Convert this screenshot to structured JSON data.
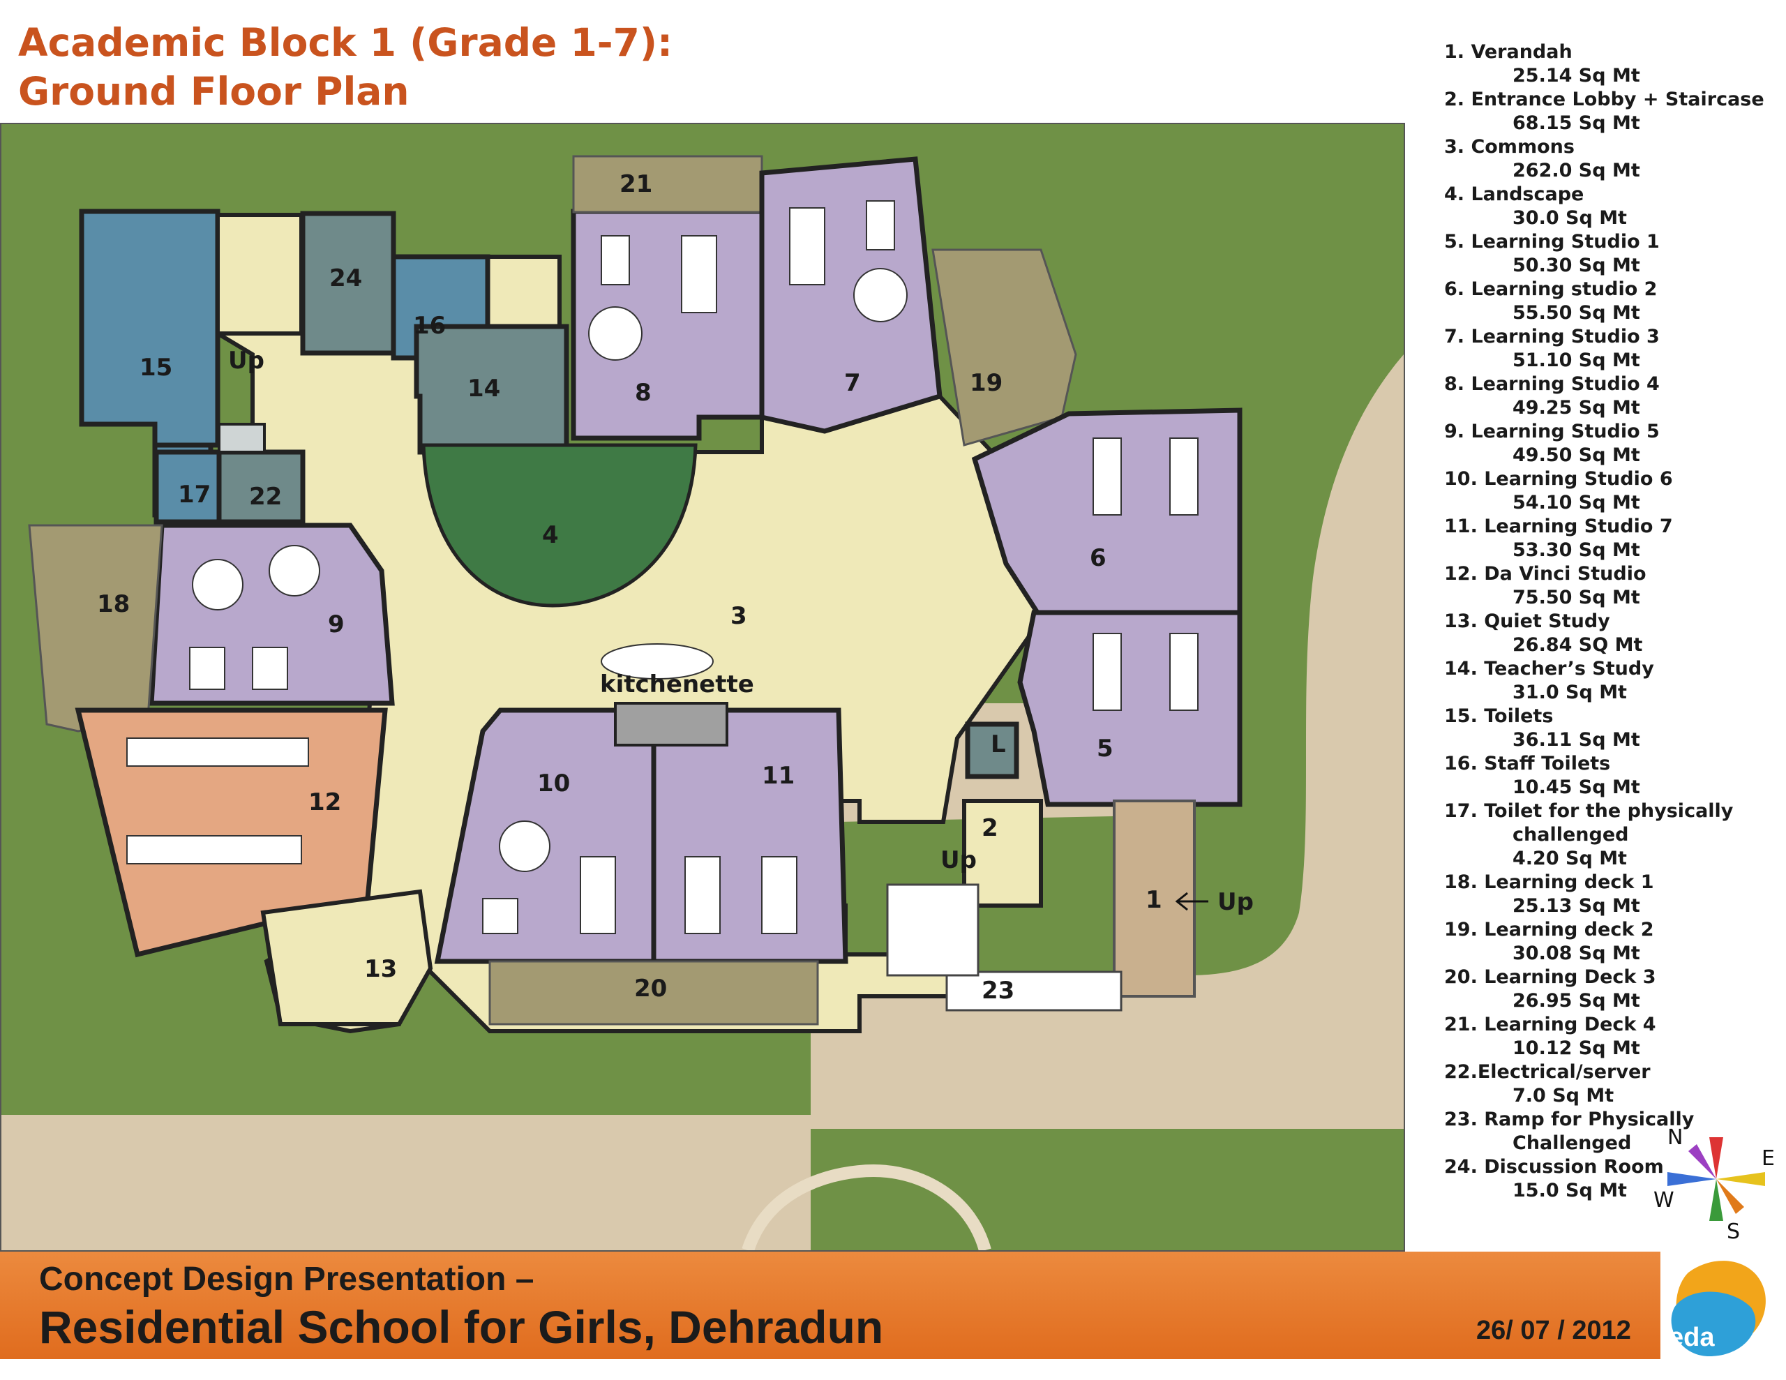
{
  "title": {
    "line1": "Academic Block 1 (Grade 1-7):",
    "line2": "Ground Floor Plan"
  },
  "plan": {
    "room_numbers": [
      "1",
      "2",
      "3",
      "4",
      "5",
      "6",
      "7",
      "8",
      "9",
      "10",
      "11",
      "12",
      "13",
      "14",
      "15",
      "16",
      "17",
      "18",
      "19",
      "20",
      "21",
      "22",
      "23",
      "24"
    ],
    "labels": {
      "kitchenette": "kitchenette",
      "lift": "L",
      "up": "Up"
    },
    "colors": {
      "lawn": "#6f9146",
      "paving": "#d9c9ad",
      "floor": "#efe9b8",
      "studio": "#b8a8cc",
      "toilet": "#5a8da8",
      "teacher": "#6f8a8a",
      "davinci": "#e4a782",
      "deck": "#a39a72",
      "court": "#3f7a45",
      "wall": "#222222"
    }
  },
  "legend": [
    {
      "label": "1.  Verandah",
      "area": "25.14 Sq Mt"
    },
    {
      "label": "2. Entrance Lobby + Staircase",
      "area": "68.15 Sq Mt"
    },
    {
      "label": "3. Commons",
      "area": "262.0  Sq Mt"
    },
    {
      "label": "4. Landscape",
      "area": "30.0 Sq Mt"
    },
    {
      "label": "5. Learning Studio 1",
      "area": "50.30 Sq Mt"
    },
    {
      "label": "6. Learning studio 2",
      "area": "55.50  Sq Mt"
    },
    {
      "label": "7. Learning Studio 3",
      "area": "51.10 Sq Mt"
    },
    {
      "label": "8. Learning Studio 4",
      "area": "49.25 Sq Mt"
    },
    {
      "label": "9. Learning Studio 5",
      "area": "49.50 Sq Mt"
    },
    {
      "label": "10. Learning Studio 6",
      "area": "54.10 Sq Mt"
    },
    {
      "label": "11. Learning Studio 7",
      "area": "53.30 Sq Mt"
    },
    {
      "label": "12. Da Vinci Studio",
      "area": "75.50 Sq Mt"
    },
    {
      "label": "13. Quiet Study",
      "area": "26.84 SQ Mt"
    },
    {
      "label": "14. Teacher’s Study",
      "area": "31.0 Sq Mt"
    },
    {
      "label": "15. Toilets",
      "area": "36.11  Sq Mt"
    },
    {
      "label": "16. Staff Toilets",
      "area": "10.45 Sq Mt"
    },
    {
      "label": "17. Toilet for the physically",
      "area": "challenged"
    },
    {
      "label": "",
      "area": "4.20 Sq Mt"
    },
    {
      "label": "18. Learning deck 1",
      "area": "25.13 Sq Mt"
    },
    {
      "label": "19. Learning deck 2",
      "area": "30.08 Sq Mt"
    },
    {
      "label": "20. Learning Deck 3",
      "area": "26.95 Sq Mt"
    },
    {
      "label": "21. Learning Deck 4",
      "area": "10.12 Sq Mt"
    },
    {
      "label": "22.Electrical/server",
      "area": "7.0 Sq Mt"
    },
    {
      "label": "23. Ramp for Physically",
      "area": "Challenged"
    },
    {
      "label": "24. Discussion Room",
      "area": "15.0 Sq Mt"
    }
  ],
  "compass": {
    "n": "N",
    "e": "E",
    "s": "S",
    "w": "W"
  },
  "footer": {
    "subtitle": "Concept Design Presentation –",
    "project": "Residential School for Girls, Dehradun",
    "date": "26/ 07 / 2012"
  },
  "logo": {
    "text": "eda",
    "colors": [
      "#2ea0d8",
      "#f2a51a"
    ]
  }
}
